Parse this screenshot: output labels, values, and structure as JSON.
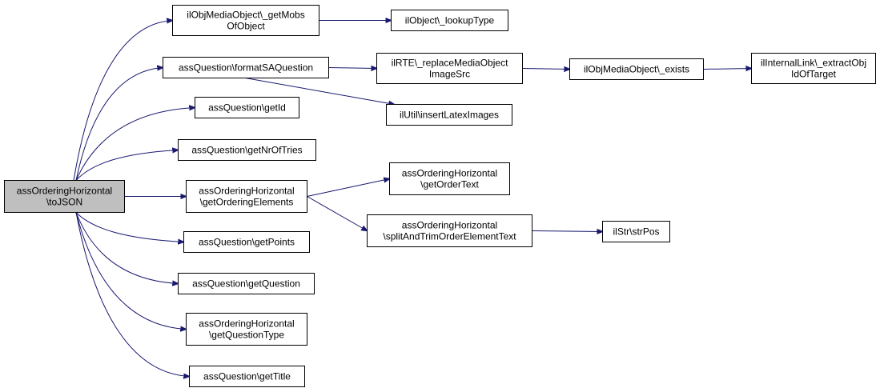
{
  "colors": {
    "edge": "#191970",
    "node_border": "#000000",
    "node_fill": "#ffffff",
    "root_fill": "#bfbfbf"
  },
  "nodes": [
    {
      "id": "root",
      "lines": [
        "assOrderingHorizontal",
        "\\toJSON"
      ],
      "root": true
    },
    {
      "id": "getmobs",
      "lines": [
        "ilObjMediaObject\\_getMobs",
        "OfObject"
      ]
    },
    {
      "id": "lookuptype",
      "lines": [
        "ilObject\\_lookupType"
      ]
    },
    {
      "id": "formatsa",
      "lines": [
        "assQuestion\\formatSAQuestion"
      ]
    },
    {
      "id": "replacemedia",
      "lines": [
        "ilRTE\\_replaceMediaObject",
        "ImageSrc"
      ]
    },
    {
      "id": "exists",
      "lines": [
        "ilObjMediaObject\\_exists"
      ]
    },
    {
      "id": "extractobj",
      "lines": [
        "ilInternalLink\\_extractObj",
        "IdOfTarget"
      ]
    },
    {
      "id": "latex",
      "lines": [
        "ilUtil\\insertLatexImages"
      ]
    },
    {
      "id": "getid",
      "lines": [
        "assQuestion\\getId"
      ]
    },
    {
      "id": "getnroftries",
      "lines": [
        "assQuestion\\getNrOfTries"
      ]
    },
    {
      "id": "getorderingelements",
      "lines": [
        "assOrderingHorizontal",
        "\\getOrderingElements"
      ]
    },
    {
      "id": "getordertext",
      "lines": [
        "assOrderingHorizontal",
        "\\getOrderText"
      ]
    },
    {
      "id": "splittrim",
      "lines": [
        "assOrderingHorizontal",
        "\\splitAndTrimOrderElementText"
      ]
    },
    {
      "id": "strpos",
      "lines": [
        "ilStr\\strPos"
      ]
    },
    {
      "id": "getpoints",
      "lines": [
        "assQuestion\\getPoints"
      ]
    },
    {
      "id": "getquestion",
      "lines": [
        "assQuestion\\getQuestion"
      ]
    },
    {
      "id": "getquestiontype",
      "lines": [
        "assOrderingHorizontal",
        "\\getQuestionType"
      ]
    },
    {
      "id": "gettitle",
      "lines": [
        "assQuestion\\getTitle"
      ]
    }
  ],
  "edges": [
    {
      "from": "root",
      "to": "getmobs"
    },
    {
      "from": "root",
      "to": "formatsa"
    },
    {
      "from": "root",
      "to": "getid"
    },
    {
      "from": "root",
      "to": "getnroftries"
    },
    {
      "from": "root",
      "to": "getorderingelements"
    },
    {
      "from": "root",
      "to": "getpoints"
    },
    {
      "from": "root",
      "to": "getquestion"
    },
    {
      "from": "root",
      "to": "getquestiontype"
    },
    {
      "from": "root",
      "to": "gettitle"
    },
    {
      "from": "getmobs",
      "to": "lookuptype"
    },
    {
      "from": "formatsa",
      "to": "replacemedia"
    },
    {
      "from": "formatsa",
      "to": "latex"
    },
    {
      "from": "replacemedia",
      "to": "exists"
    },
    {
      "from": "exists",
      "to": "extractobj"
    },
    {
      "from": "getorderingelements",
      "to": "getordertext"
    },
    {
      "from": "getorderingelements",
      "to": "splittrim"
    },
    {
      "from": "splittrim",
      "to": "strpos"
    }
  ]
}
